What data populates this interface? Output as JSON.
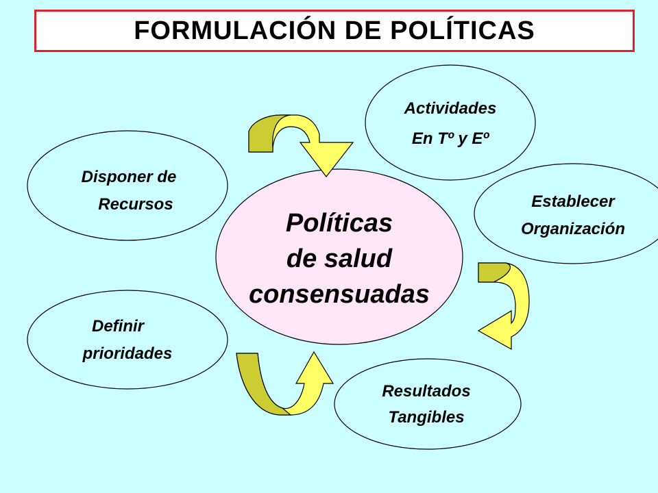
{
  "title": "FORMULACIÓN DE POLÍTICAS",
  "colors": {
    "background": "#ccffff",
    "title_border": "#e0202a",
    "center_fill": "#ffe6f8",
    "ellipse_fill": "#ccffff",
    "arrow_fill": "#ffff66",
    "arrow_shade": "#cccc33"
  },
  "center": {
    "line1": "Políticas",
    "line2": "de salud",
    "line3": "consensuadas"
  },
  "nodes": {
    "actividades": {
      "line1": "Actividades",
      "line2": "En Tº y Eº"
    },
    "establecer": {
      "line1": "Establecer",
      "line2": "Organización"
    },
    "resultados": {
      "line1": "Resultados",
      "line2": "Tangibles"
    },
    "definir": {
      "line1": "Definir",
      "line2": "prioridades"
    },
    "disponer": {
      "line1": "Disponer de",
      "line2": "Recursos"
    }
  }
}
